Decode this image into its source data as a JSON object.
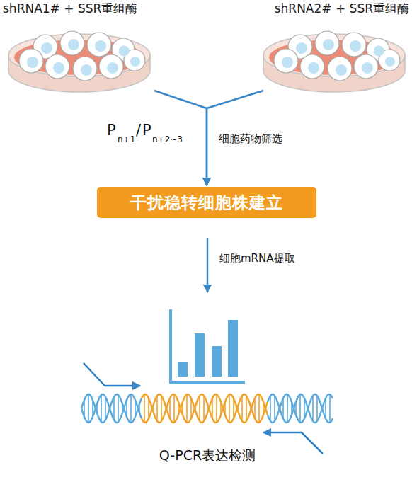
{
  "diagram": {
    "nodes": [
      {
        "text": [
          "shRNA1# + SSR重组酶"
        ]
      },
      {
        "text": [
          "shRNA2# + SSR重组酶"
        ]
      },
      {
        "text": [
          "干扰稳转细胞株建立"
        ]
      },
      {
        "text": [
          "Q-PCR表达检测"
        ]
      }
    ],
    "edges": [
      {
        "from": 0,
        "to": 2,
        "arrow": "to",
        "label": "细胞药物筛选"
      },
      {
        "from": 1,
        "to": 2,
        "arrow": "to"
      },
      {
        "from": 2,
        "to": 3,
        "arrow": "to",
        "label": "细胞mRNA提取"
      }
    ],
    "labels": [
      "P",
      "n+1",
      "/",
      "P",
      "n+2~3"
    ]
  }
}
